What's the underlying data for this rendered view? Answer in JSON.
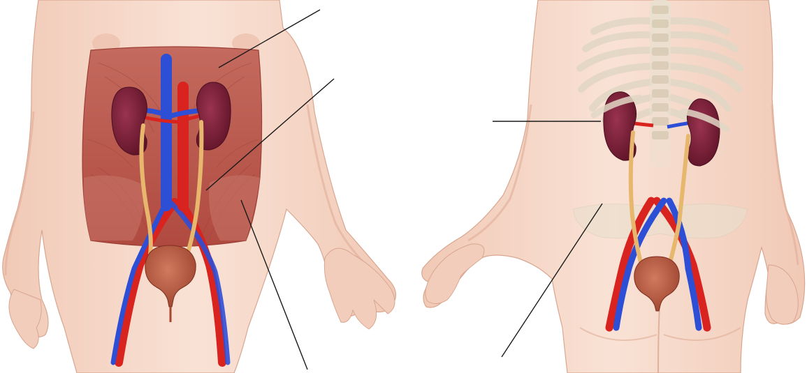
{
  "diagram": {
    "views": [
      {
        "id": "anterior",
        "name": ""
      },
      {
        "id": "posterior",
        "name": ""
      }
    ],
    "structures": [
      "kidney",
      "ureter",
      "urinary-bladder",
      "aorta",
      "inferior-vena-cava",
      "renal-vessels",
      "muscle",
      "rib",
      "spine",
      "pelvis"
    ],
    "callouts": [
      {
        "id": "a1",
        "view": "anterior",
        "label": ""
      },
      {
        "id": "a2",
        "view": "anterior",
        "label": ""
      },
      {
        "id": "a3",
        "view": "anterior",
        "label": ""
      },
      {
        "id": "p1",
        "view": "posterior",
        "label": ""
      },
      {
        "id": "p2",
        "view": "posterior",
        "label": ""
      }
    ],
    "colors": {
      "skin": "#f6d8c8",
      "skin_shadow": "#e9b9a4",
      "muscle": "#b9554b",
      "kidney": "#7a1f35",
      "artery": "#d8231f",
      "vein": "#2d4fd6",
      "ureter": "#e7b76e",
      "bladder": "#b5563d",
      "bone": "#e6dccb",
      "leader_line": "#1a1a1a"
    }
  }
}
